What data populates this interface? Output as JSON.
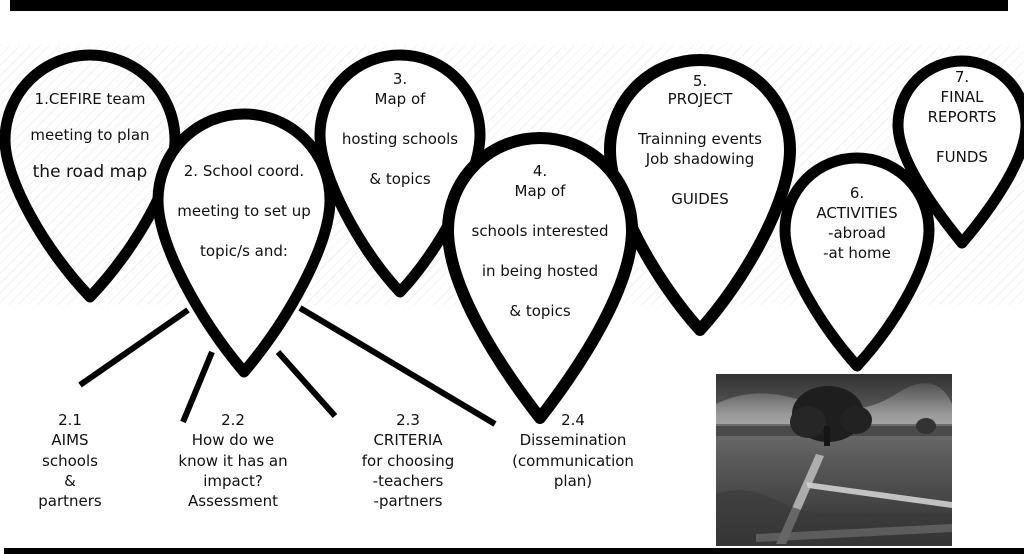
{
  "pins": [
    {
      "id": "pin-1",
      "lines": [
        "1.CEFIRE team",
        "meeting to plan",
        "the road map"
      ]
    },
    {
      "id": "pin-2",
      "lines": [
        "2. School coord.",
        "meeting to set up",
        "topic/s and:"
      ]
    },
    {
      "id": "pin-3",
      "lines": [
        "3.",
        "Map of",
        "hosting schools",
        "& topics"
      ]
    },
    {
      "id": "pin-4",
      "lines": [
        "4.",
        "Map of",
        "schools interested",
        "in being hosted",
        "& topics"
      ]
    },
    {
      "id": "pin-5",
      "lines": [
        "5.",
        "PROJECT",
        "Trainning events",
        "Job shadowing",
        "GUIDES"
      ]
    },
    {
      "id": "pin-6",
      "lines": [
        "6.",
        "ACTIVITIES",
        "-abroad",
        "-at home"
      ]
    },
    {
      "id": "pin-7",
      "lines": [
        "7.",
        "FINAL",
        "REPORTS",
        "FUNDS"
      ]
    }
  ],
  "subitems": [
    {
      "id": "sub-2-1",
      "lines": [
        "2.1",
        "AIMS",
        "schools",
        "&",
        "partners"
      ]
    },
    {
      "id": "sub-2-2",
      "lines": [
        "2.2",
        "How do we",
        "know it has an",
        "impact?",
        "Assessment"
      ]
    },
    {
      "id": "sub-2-3",
      "lines": [
        "2.3",
        "CRITERIA",
        "for choosing",
        "-teachers",
        "-partners"
      ]
    },
    {
      "id": "sub-2-4",
      "lines": [
        "2.4",
        "Dissemination",
        "(communication",
        "plan)"
      ]
    }
  ],
  "photo": {
    "icon": "landscape-photo"
  }
}
